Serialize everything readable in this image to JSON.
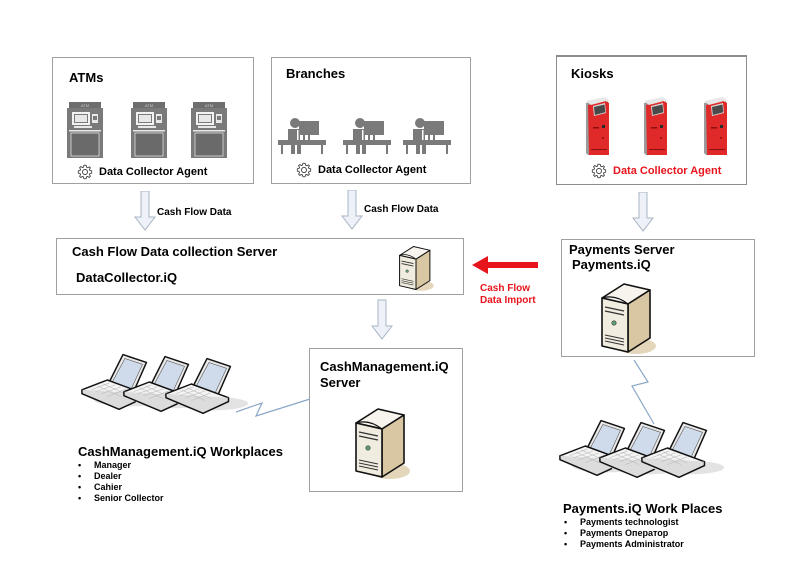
{
  "sources": {
    "atms": {
      "title": "ATMs",
      "agent": "Data Collector Agent",
      "device_icon": "atm-icon",
      "device_count": 3
    },
    "branches": {
      "title": "Branches",
      "agent": "Data Collector Agent",
      "device_icon": "teller-desk-icon",
      "device_count": 3
    },
    "kiosks": {
      "title": "Kiosks",
      "agent": "Data Collector Agent",
      "device_icon": "kiosk-icon",
      "device_count": 3
    }
  },
  "flows": {
    "atms_to_collector": "Cash Flow Data",
    "branches_to_collector": "Cash Flow Data",
    "payments_import_line1": "Cash Flow",
    "payments_import_line2": "Data Import"
  },
  "collection_server": {
    "title": "Cash Flow Data collection Server",
    "product": "DataCollector.iQ"
  },
  "payments_server": {
    "title": "Payments Server",
    "product": "Payments.iQ"
  },
  "cm_server": {
    "title_line1": "CashManagement.iQ",
    "title_line2": "Server"
  },
  "cm_workplaces": {
    "title": "CashManagement.iQ Workplaces",
    "roles": [
      "Manager",
      "Dealer",
      "Cahier",
      "Senior Collector"
    ]
  },
  "payments_workplaces": {
    "title": "Payments.iQ Work Places",
    "roles": [
      "Payments technologist",
      "Payments Оператор",
      "Payments Administrator"
    ]
  },
  "colors": {
    "accent_red": "#e8141c",
    "kiosk_red": "#e02a2a",
    "device_gray": "#7a7a7a",
    "server_beige": "#d9c9a6",
    "arrow_fill": "#e4ecf6",
    "arrow_stroke": "#a8b4c4"
  }
}
